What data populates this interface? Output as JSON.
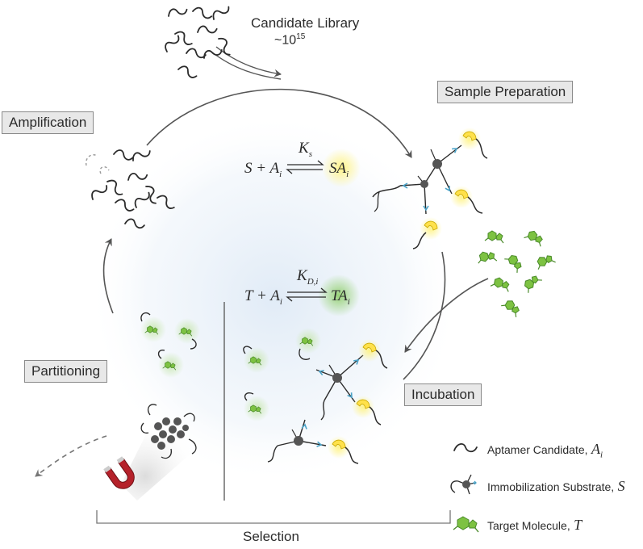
{
  "library": {
    "title": "Candidate Library",
    "count_base": "~10",
    "count_exp": "15"
  },
  "stages": {
    "sample_preparation": "Sample Preparation",
    "amplification": "Amplification",
    "incubation": "Incubation",
    "partitioning": "Partitioning",
    "selection": "Selection"
  },
  "equations": {
    "substrate": {
      "left": "S + A",
      "left_sub": "i",
      "constant": "K",
      "constant_sub": "s",
      "product": "SA",
      "product_sub": "i"
    },
    "target": {
      "left": "T + A",
      "left_sub": "i",
      "constant": "K",
      "constant_sub": "D,i",
      "product": "TA",
      "product_sub": "i"
    }
  },
  "legend": [
    {
      "label": "Aptamer Candidate,",
      "symbol": "A",
      "symbol_sub": "i",
      "icon": "aptamer-strand-icon"
    },
    {
      "label": "Immobilization Substrate,",
      "symbol": "S",
      "symbol_sub": "",
      "icon": "substrate-bead-icon"
    },
    {
      "label": "Target Molecule,",
      "symbol": "T",
      "symbol_sub": "",
      "icon": "target-molecule-icon"
    }
  ],
  "colors": {
    "ink": "#2b2b2b",
    "arrow": "#555555",
    "target_green": "#7dc242",
    "target_dark": "#4a8a2a",
    "yellow_glow": "#fff3a0",
    "yellow_cap": "#ffe14a",
    "green_glow": "#cfe8b8",
    "cycle_glow": "#e6f0f8",
    "stage_box": "#e8e8e8",
    "magnet_red": "#b5212a",
    "bead": "#555555",
    "linker_blue": "#4aa3c8"
  }
}
